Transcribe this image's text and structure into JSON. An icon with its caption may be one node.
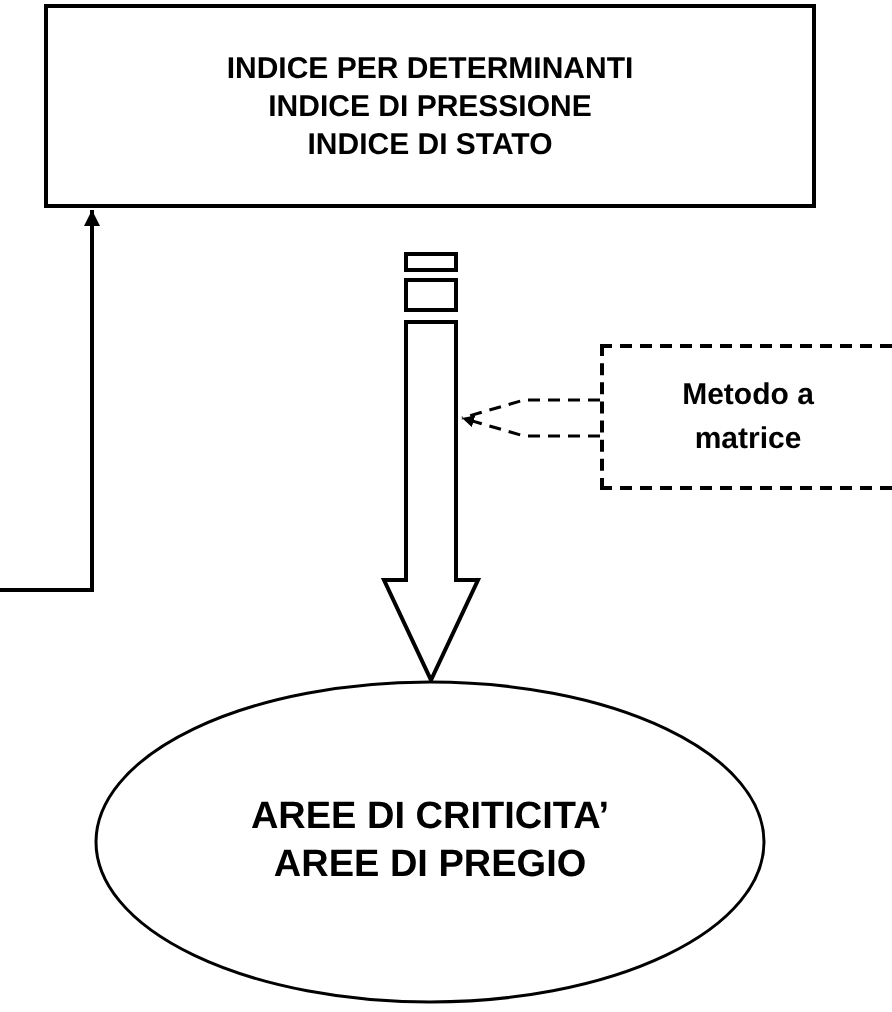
{
  "diagram": {
    "nodes": [
      {
        "text": [
          "INDICE PER DETERMINANTI",
          "INDICE DI PRESSIONE",
          "INDICE DI STATO"
        ]
      },
      {
        "text": [
          "Metodo a matrice"
        ]
      },
      {
        "text": [
          "AREE DI CRITICITA’",
          "AREE DI PREGIO"
        ]
      }
    ],
    "edges": [
      {
        "from": null,
        "to": 0,
        "arrow": "to"
      },
      {
        "from": 0,
        "to": 2,
        "arrow": "to",
        "style": "thick"
      },
      {
        "from": 1,
        "to": null,
        "arrow": "to",
        "style": "dashed"
      }
    ]
  }
}
